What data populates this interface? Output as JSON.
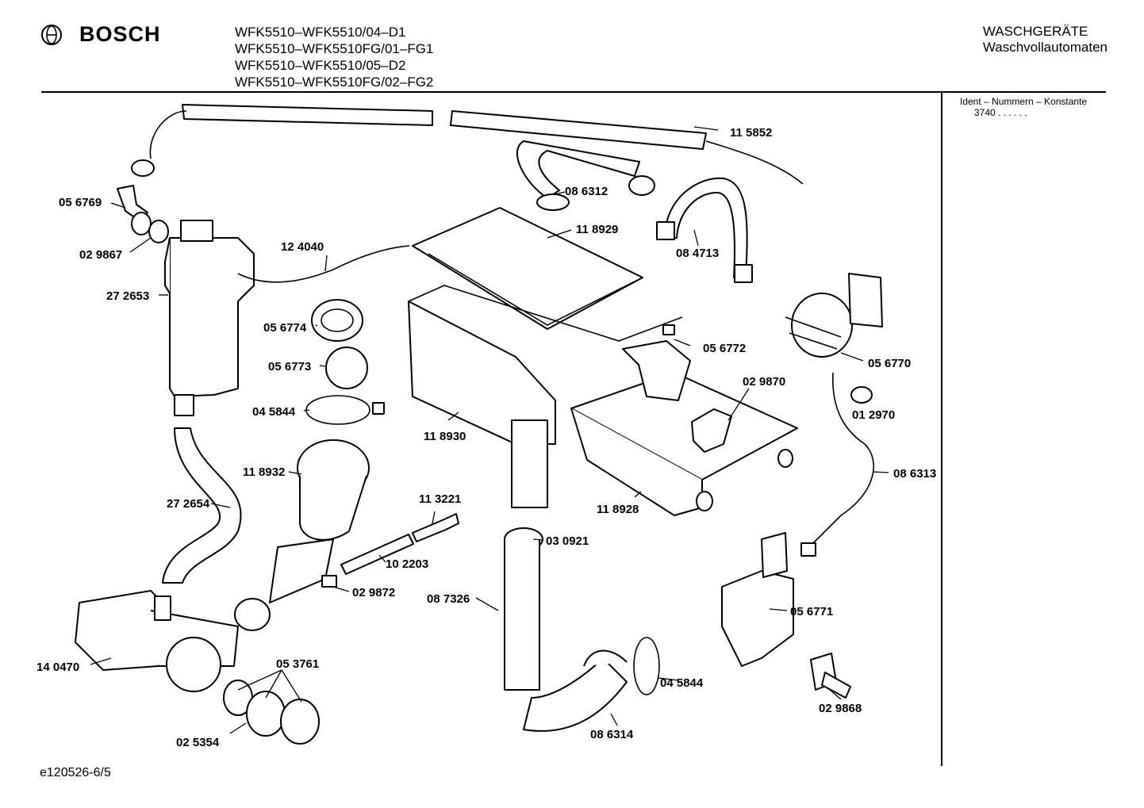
{
  "header": {
    "brand": "BOSCH",
    "models": [
      "WFK5510–WFK5510/04–D1",
      "WFK5510–WFK5510FG/01–FG1",
      "WFK5510–WFK5510/05–D2",
      "WFK5510–WFK5510FG/02–FG2"
    ],
    "category": "WASCHGERÄTE",
    "subcategory": "Waschvollautomaten"
  },
  "ident": {
    "label": "Ident – Nummern – Konstante",
    "value": "3740  .  .  .  .  .  ."
  },
  "footer": {
    "code": "e120526-6/5"
  },
  "parts": [
    {
      "id": "p-115852",
      "number": "11 5852"
    },
    {
      "id": "p-086312",
      "number": "08 6312"
    },
    {
      "id": "p-056769",
      "number": "05 6769"
    },
    {
      "id": "p-118929",
      "number": "11 8929"
    },
    {
      "id": "p-029867",
      "number": "02 9867"
    },
    {
      "id": "p-124040",
      "number": "12 4040"
    },
    {
      "id": "p-084713",
      "number": "08 4713"
    },
    {
      "id": "p-272653",
      "number": "27 2653"
    },
    {
      "id": "p-056774",
      "number": "05 6774"
    },
    {
      "id": "p-056772",
      "number": "05 6772"
    },
    {
      "id": "p-056773",
      "number": "05 6773"
    },
    {
      "id": "p-056770",
      "number": "05 6770"
    },
    {
      "id": "p-029870",
      "number": "02 9870"
    },
    {
      "id": "p-045844a",
      "number": "04 5844"
    },
    {
      "id": "p-012970",
      "number": "01 2970"
    },
    {
      "id": "p-118930",
      "number": "11 8930"
    },
    {
      "id": "p-118932",
      "number": "11 8932"
    },
    {
      "id": "p-086313",
      "number": "08 6313"
    },
    {
      "id": "p-113221",
      "number": "11 3221"
    },
    {
      "id": "p-272654",
      "number": "27 2654"
    },
    {
      "id": "p-118928",
      "number": "11 8928"
    },
    {
      "id": "p-030921",
      "number": "03 0921"
    },
    {
      "id": "p-102203",
      "number": "10 2203"
    },
    {
      "id": "p-029872",
      "number": "02 9872"
    },
    {
      "id": "p-087326",
      "number": "08 7326"
    },
    {
      "id": "p-056771",
      "number": "05 6771"
    },
    {
      "id": "p-053761",
      "number": "05 3761"
    },
    {
      "id": "p-140470",
      "number": "14 0470"
    },
    {
      "id": "p-045844b",
      "number": "04 5844"
    },
    {
      "id": "p-029868",
      "number": "02 9868"
    },
    {
      "id": "p-086314",
      "number": "08 6314"
    },
    {
      "id": "p-025354",
      "number": "02 5354"
    }
  ]
}
